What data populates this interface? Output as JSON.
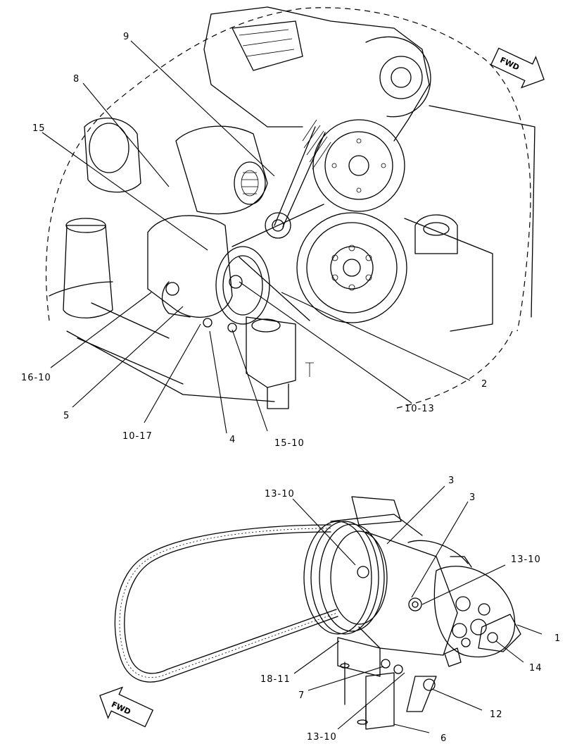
{
  "top_view": {
    "fwd_label": "FWD",
    "callouts": [
      "9",
      "8",
      "15",
      "16-10",
      "5",
      "10-17",
      "4",
      "15-10",
      "10-13",
      "2"
    ]
  },
  "bottom_view": {
    "fwd_label": "FWD",
    "callouts": [
      "13-10",
      "3",
      "3",
      "13-10",
      "1",
      "14",
      "18-11",
      "7",
      "12",
      "13-10",
      "6"
    ]
  }
}
